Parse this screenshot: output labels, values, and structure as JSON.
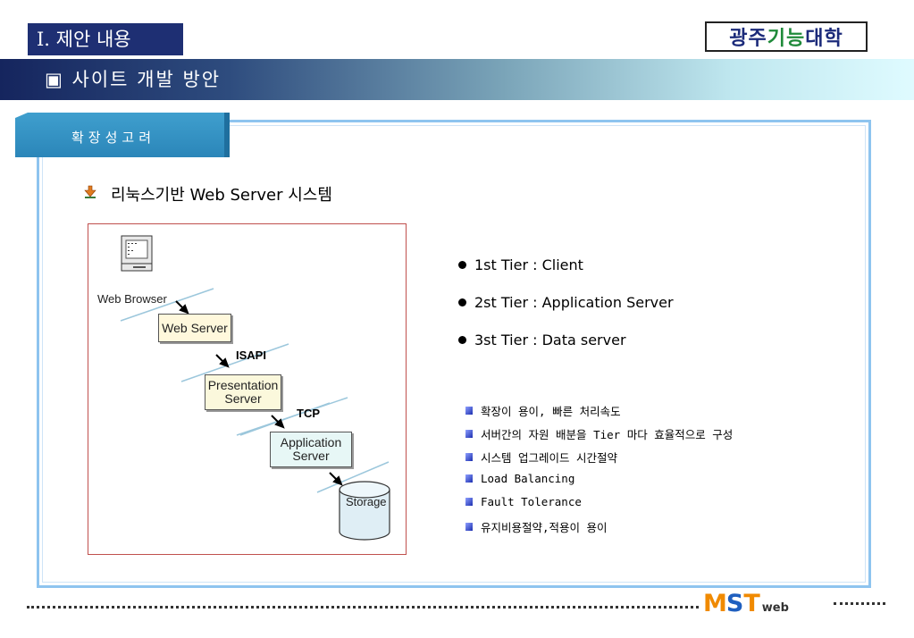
{
  "header": {
    "section_label": "I. 제안 내용",
    "school_logo": {
      "prefix": "광주",
      "highlight": "기능",
      "suffix": "대학"
    },
    "title": "▣ 사이트 개발 방안"
  },
  "tab": {
    "label": "확장성고려"
  },
  "content": {
    "heading": "리눅스기반  Web Server 시스템",
    "diagram": {
      "browser_label": "Web Browser",
      "web_server": "Web Server",
      "isapi": "ISAPI",
      "presentation_line1": "Presentation",
      "presentation_line2": "Server",
      "tcp": "TCP",
      "application_line1": "Application",
      "application_line2": "Server",
      "storage": "Storage"
    },
    "tiers": [
      "1st Tier : Client",
      "2st Tier : Application Server",
      "3st Tier : Data server"
    ],
    "benefits": [
      "확장이 용이, 빠른 처리속도",
      "서버간의 자원 배분을 Tier  마다 효율적으로 구성",
      "시스템 업그레이드 시간절약",
      "Load Balancing",
      "Fault Tolerance",
      "유지비용절약,적용이 용이"
    ]
  },
  "footer": {
    "logo": {
      "m": "M",
      "s": "S",
      "t": "T",
      "web": "web"
    }
  },
  "colors": {
    "navy": "#1e2f73",
    "frame": "#8ec4ef",
    "tab": "#2b86b9",
    "diagram_border": "#c0504d"
  }
}
